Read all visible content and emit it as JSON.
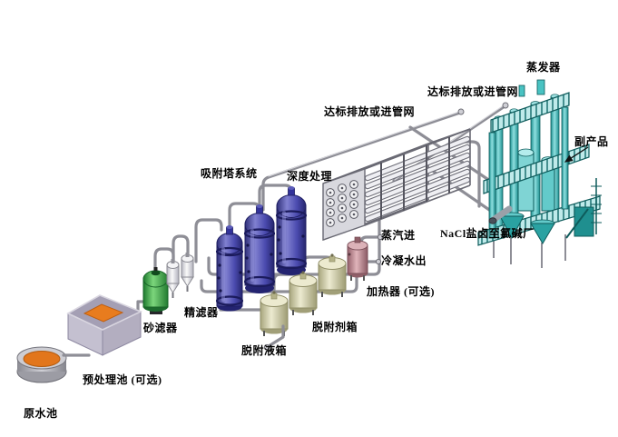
{
  "diagram": {
    "type": "process_flow_isometric",
    "background": "#ffffff",
    "labels": {
      "raw_water_pool": "原水池",
      "pretreatment_pool": "预处理池 (可选)",
      "sand_filter": "砂滤器",
      "fine_filter": "精滤器",
      "adsorption_system": "吸附塔系统",
      "deep_treatment": "深度处理",
      "discharge_left": "达标排放或进管网",
      "discharge_right": "达标排放或进管网",
      "evaporator": "蒸发器",
      "byproduct": "副产品",
      "nacl_brine": "NaCl盐卤至氯碱厂",
      "steam_in": "蒸汽进",
      "condensate_out": "冷凝水出",
      "heater": "加热器 (可选)",
      "desorbent_tank": "脱附剂箱",
      "desorption_liquid_tank": "脱附液箱"
    },
    "colors": {
      "pipe": "#8e8e96",
      "adsorption_tower_blue": "#4444a8",
      "sand_filter_green": "#2f9e3f",
      "evaporator_teal": "#49c2c2",
      "heater_pink": "#c38e96",
      "tank_beige": "#d6d4a8",
      "water_orange": "#e87c1e",
      "label_text": "#000000"
    }
  }
}
